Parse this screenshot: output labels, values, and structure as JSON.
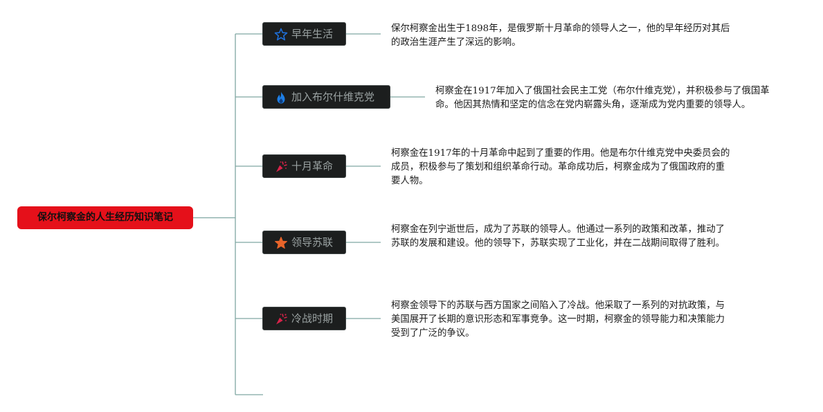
{
  "mindmap": {
    "root": {
      "title": "保尔柯察金的人生经历知识笔记",
      "color": "#e5101a"
    },
    "branches": [
      {
        "label": "早年生活",
        "icon": "star-outline-icon",
        "icon_color": "#1e6fd9",
        "description": "保尔柯察金出生于1898年，是俄罗斯十月革命的领导人之一，他的早年经历对其后的政治生涯产生了深远的影响。"
      },
      {
        "label": "加入布尔什维克党",
        "icon": "flame-icon",
        "icon_color": "#1e7fe6",
        "description": "柯察金在1917年加入了俄国社会民主工党（布尔什维克党），并积极参与了俄国革命。他因其热情和坚定的信念在党内崭露头角，逐渐成为党内重要的领导人。"
      },
      {
        "label": "十月革命",
        "icon": "party-popper-icon",
        "icon_color": "#d8234a",
        "description": "柯察金在1917年的十月革命中起到了重要的作用。他是布尔什维克党中央委员会的成员，积极参与了策划和组织革命行动。革命成功后，柯察金成为了俄国政府的重要人物。"
      },
      {
        "label": "领导苏联",
        "icon": "star-filled-icon",
        "icon_color": "#e8642a",
        "description": "柯察金在列宁逝世后，成为了苏联的领导人。他通过一系列的政策和改革，推动了苏联的发展和建设。他的领导下，苏联实现了工业化，并在二战期间取得了胜利。"
      },
      {
        "label": "冷战时期",
        "icon": "party-popper-icon",
        "icon_color": "#d8234a",
        "description": "柯察金领导下的苏联与西方国家之间陷入了冷战。他采取了一系列的对抗政策，与美国展开了长期的意识形态和军事竞争。这一时期，柯察金的领导能力和决策能力受到了广泛的争议。"
      }
    ]
  }
}
